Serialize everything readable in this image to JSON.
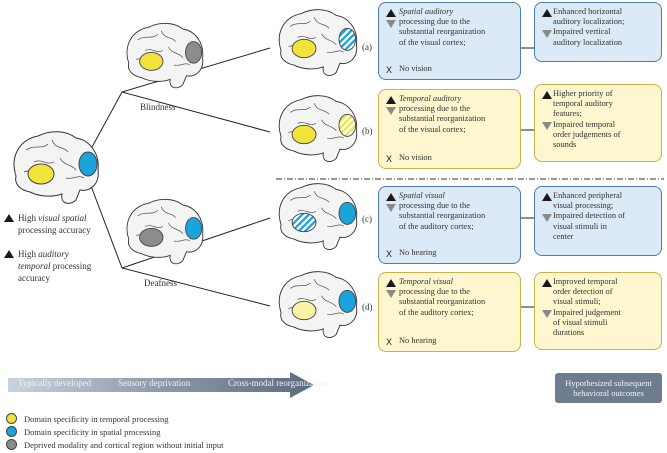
{
  "conditions": {
    "blindness": "Blindness",
    "deafness": "Deafness"
  },
  "baseline": {
    "line1_prefix": "High ",
    "line1_italic": "visual spatial",
    "line2": "processing accuracy",
    "line3_prefix": "High ",
    "line3_italic": "auditory",
    "line4_italic": "temporal",
    "line4_suffix": " processing",
    "line5": "accuracy"
  },
  "panels": [
    {
      "label": "(a)",
      "mech_italic": "Spatial auditory",
      "mech_lines": [
        "processing due to the",
        "substantial reorganization",
        "of the visual cortex;"
      ],
      "no_text": "No vision",
      "outcome_up": [
        "Enhanced horizontal",
        "auditory localization;"
      ],
      "outcome_down": [
        "Impaired vertical",
        "auditory localization"
      ]
    },
    {
      "label": "(b)",
      "mech_italic": "Temporal auditory",
      "mech_lines": [
        "processing due to the",
        "substantial reorganization",
        "of the visual cortex;"
      ],
      "no_text": "No vision",
      "outcome_up": [
        "Higher priority of",
        "temporal auditory",
        "features;"
      ],
      "outcome_down": [
        "Impaired temporal",
        "order judgements of",
        "sounds"
      ]
    },
    {
      "label": "(c)",
      "mech_italic": "Spatial visual",
      "mech_lines": [
        "processing due to the",
        "substantial reorganization",
        "of the auditory cortex;"
      ],
      "no_text": "No hearing",
      "outcome_up": [
        "Enhanced peripheral",
        "visual processing;"
      ],
      "outcome_down": [
        "Impaired detection of",
        "visual stimuli in",
        "center"
      ]
    },
    {
      "label": "(d)",
      "mech_italic": "Temporal visual",
      "mech_lines": [
        "processing due to the",
        "substantial reorganization",
        "of the auditory cortex;"
      ],
      "no_text": "No hearing",
      "outcome_up": [
        "Improved temporal",
        "order detection of",
        "visual stimuli;"
      ],
      "outcome_down": [
        "Impaired judgement",
        "of visual stimuli",
        "durations"
      ]
    }
  ],
  "timeline": {
    "stage1": "Typically developed",
    "stage2": "Sensory deprivation",
    "stage3": "Cross-modal reorganization",
    "outcome_line1": "Hypothesized subsequent",
    "outcome_line2": "behavioral outcomes"
  },
  "legend": [
    {
      "label": "Domain specificity in temporal processing",
      "color": "#f2e33a"
    },
    {
      "label": "Domain specificity in spatial processing",
      "color": "#1ba3dc"
    },
    {
      "label": "Deprived modality and cortical region without initial input",
      "color": "#8c8c8c"
    }
  ],
  "colors": {
    "yellow": "#f2e33a",
    "blue": "#1ba3dc",
    "gray": "#8c8c8c",
    "box_blue": "#dce9f6",
    "box_yellow": "#fdf6cf"
  }
}
